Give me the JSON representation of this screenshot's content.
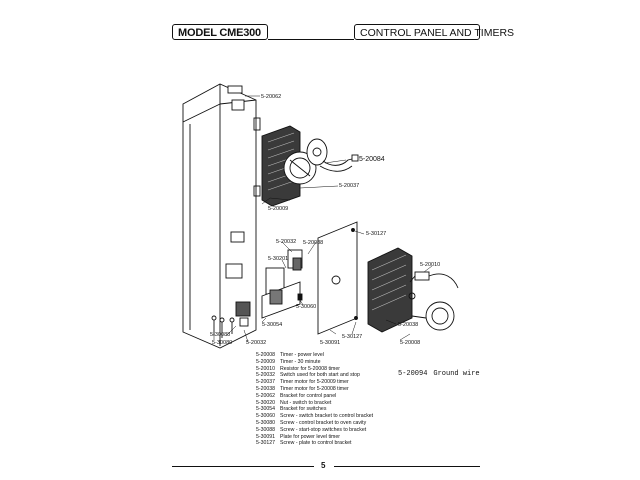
{
  "header": {
    "model": "MODEL CME300",
    "section": "CONTROL PANEL AND TIMERS"
  },
  "callouts": [
    {
      "id": "c1",
      "text": "5-20062"
    },
    {
      "id": "c2",
      "text": "5-20084"
    },
    {
      "id": "c3",
      "text": "5-20037"
    },
    {
      "id": "c4",
      "text": "5-20009"
    },
    {
      "id": "c5",
      "text": "5-30127"
    },
    {
      "id": "c6",
      "text": "5-20032"
    },
    {
      "id": "c7",
      "text": "5-20088"
    },
    {
      "id": "c8",
      "text": "5-30201"
    },
    {
      "id": "c9",
      "text": "5-20010"
    },
    {
      "id": "c10",
      "text": "5-30060"
    },
    {
      "id": "c11",
      "text": "5-30054"
    },
    {
      "id": "c12",
      "text": "5-20038"
    },
    {
      "id": "c13",
      "text": "5-30088"
    },
    {
      "id": "c14",
      "text": "5-30080"
    },
    {
      "id": "c15",
      "text": "5-20032"
    },
    {
      "id": "c16",
      "text": "5-30091"
    },
    {
      "id": "c17",
      "text": "5-30127"
    },
    {
      "id": "c18",
      "text": "5-20008"
    }
  ],
  "parts": [
    {
      "pn": "5-20008",
      "desc": "Timer - power level"
    },
    {
      "pn": "5-20009",
      "desc": "Timer - 30 minute"
    },
    {
      "pn": "5-20010",
      "desc": "Resistor for 5-20008 timer"
    },
    {
      "pn": "5-20032",
      "desc": "Switch used for both start and stop"
    },
    {
      "pn": "5-20037",
      "desc": "Timer motor for 5-20009 timer"
    },
    {
      "pn": "5-20038",
      "desc": "Timer motor for 5-20008 timer"
    },
    {
      "pn": "5-20062",
      "desc": "Bracket for control panel"
    },
    {
      "pn": "5-30020",
      "desc": "Nut - switch to bracket"
    },
    {
      "pn": "5-30054",
      "desc": "Bracket for switches"
    },
    {
      "pn": "5-30060",
      "desc": "Screw - switch bracket to control bracket"
    },
    {
      "pn": "5-30080",
      "desc": "Screw - control bracket to oven cavity"
    },
    {
      "pn": "5-30088",
      "desc": "Screw - start-stop switches to bracket"
    },
    {
      "pn": "5-30091",
      "desc": "Plate for power level timer"
    },
    {
      "pn": "5-30127",
      "desc": "Screw - plate to control bracket"
    }
  ],
  "ground_wire": {
    "pn": "5-20094",
    "desc": "Ground wire"
  },
  "page_number": "5"
}
